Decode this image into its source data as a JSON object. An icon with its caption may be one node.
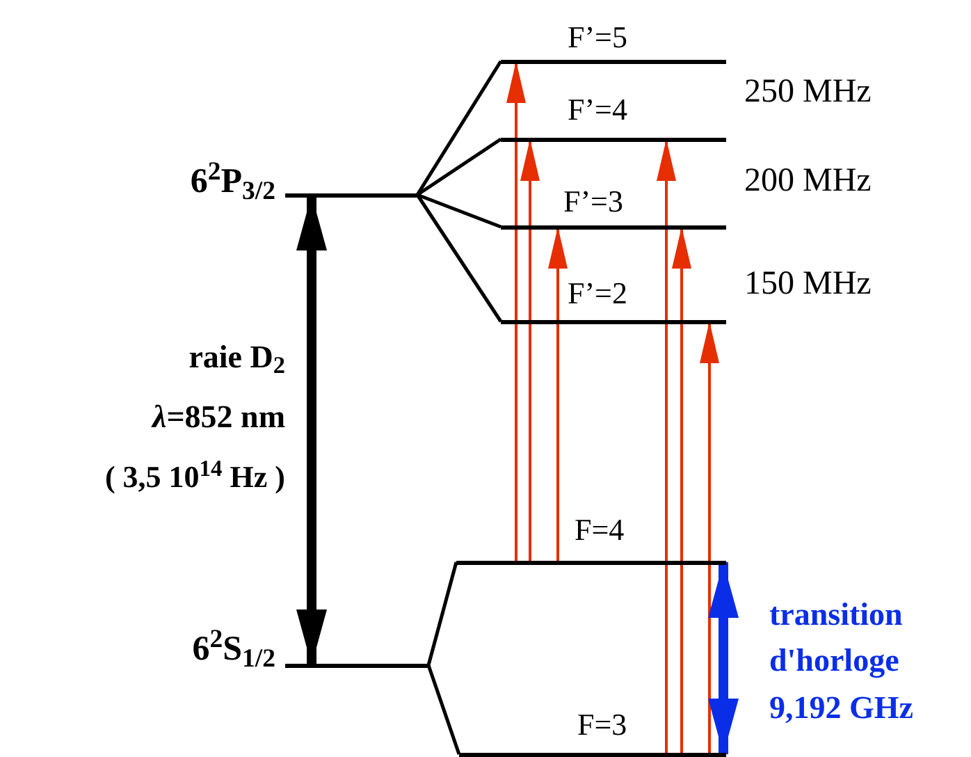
{
  "diagram": {
    "nodes": [
      {
        "text": [
          "6$^{2}$P$_{3/2}$"
        ]
      },
      {
        "text": [
          "F’=5"
        ]
      },
      {
        "text": [
          "F’=4"
        ]
      },
      {
        "text": [
          "F’=3"
        ]
      },
      {
        "text": [
          "F’=2"
        ]
      },
      {
        "text": [
          "6$^{2}$S$_{1/2}$"
        ]
      },
      {
        "text": [
          "F=4"
        ]
      },
      {
        "text": [
          "F=3"
        ]
      }
    ],
    "edges": [
      {
        "from": 0,
        "to": 1,
        "arrow": "none"
      },
      {
        "from": 0,
        "to": 2,
        "arrow": "none"
      },
      {
        "from": 0,
        "to": 3,
        "arrow": "none"
      },
      {
        "from": 0,
        "to": 4,
        "arrow": "none"
      },
      {
        "from": 5,
        "to": 6,
        "arrow": "none"
      },
      {
        "from": 5,
        "to": 7,
        "arrow": "none"
      },
      {
        "from": 5,
        "to": 0,
        "arrow": "both",
        "style": "thick"
      },
      {
        "from": 6,
        "to": 1,
        "arrow": "to",
        "color": "#e62e00"
      },
      {
        "from": 6,
        "to": 2,
        "arrow": "to",
        "color": "#e62e00"
      },
      {
        "from": 6,
        "to": 3,
        "arrow": "to",
        "color": "#e62e00"
      },
      {
        "from": 7,
        "to": 2,
        "arrow": "to",
        "color": "#e62e00"
      },
      {
        "from": 7,
        "to": 3,
        "arrow": "to",
        "color": "#e62e00"
      },
      {
        "from": 7,
        "to": 4,
        "arrow": "to",
        "color": "#e62e00"
      },
      {
        "from": 6,
        "to": 7,
        "arrow": "both",
        "style": "thick",
        "color": "#0a2ee8"
      }
    ],
    "labels": [
      "250 MHz",
      "200 MHz",
      "150 MHz",
      "raie D$_{2}$",
      "*λ*=852 nm",
      "( 3,5 10$^{14}$ Hz )",
      "transition",
      "d'horloge",
      "9,192 GHz"
    ]
  }
}
